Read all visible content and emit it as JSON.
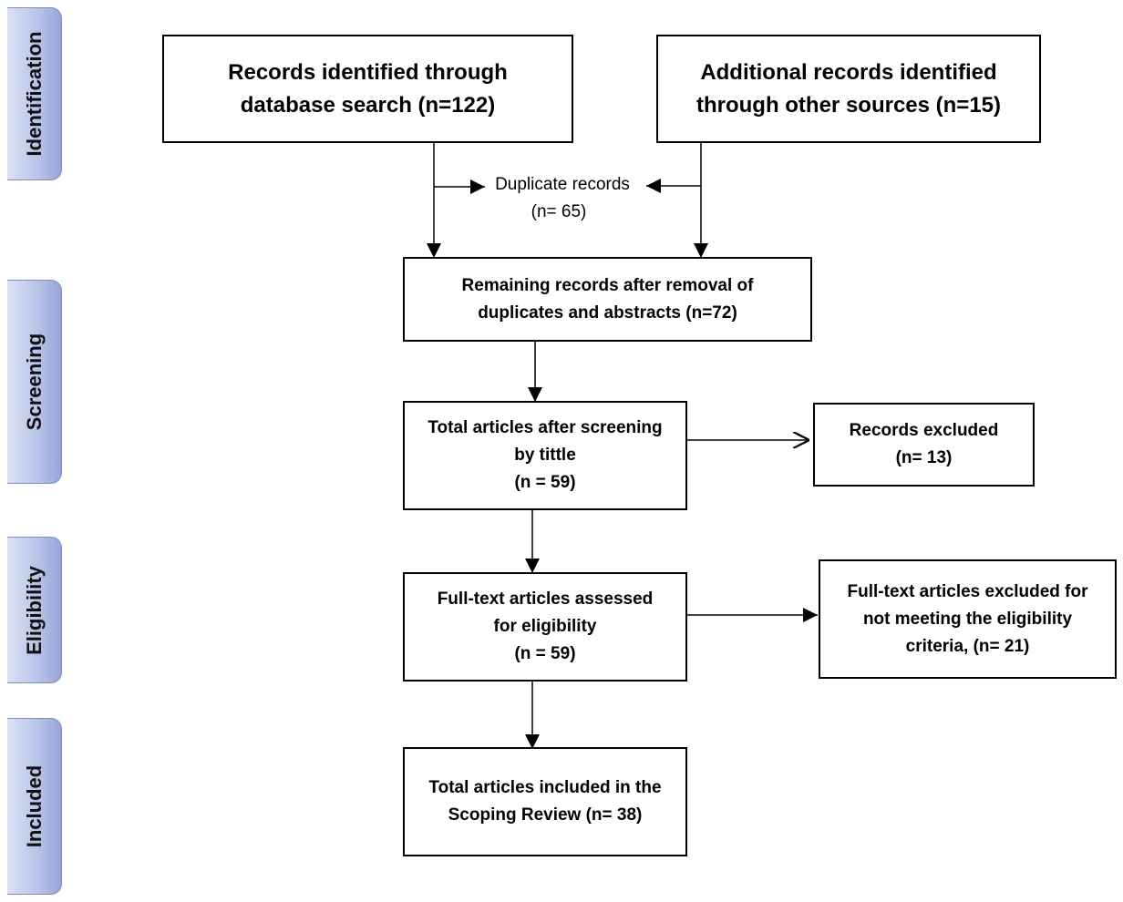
{
  "stages": [
    {
      "id": "identification",
      "label": "Identification"
    },
    {
      "id": "screening",
      "label": "Screening"
    },
    {
      "id": "eligibility",
      "label": "Eligibility"
    },
    {
      "id": "included",
      "label": "Included"
    }
  ],
  "nodes": {
    "database_search": {
      "lines": [
        "Records identified through",
        "database search (n=122)"
      ]
    },
    "other_sources": {
      "lines": [
        "Additional records identified",
        "through other sources (n=15)"
      ]
    },
    "duplicates": {
      "lines": [
        "Duplicate records",
        "(n= 65)"
      ]
    },
    "remaining": {
      "lines": [
        "Remaining records after removal of",
        "duplicates and abstracts (n=72)"
      ]
    },
    "screened": {
      "lines": [
        "Total articles after screening",
        "by tittle",
        "(n = 59)"
      ]
    },
    "records_excluded": {
      "lines": [
        "Records excluded",
        "(n= 13)"
      ]
    },
    "full_text": {
      "lines": [
        "Full-text articles assessed",
        "for eligibility",
        "(n = 59)"
      ]
    },
    "full_text_excluded": {
      "lines": [
        "Full-text articles excluded for",
        "not meeting the eligibility",
        "criteria, (n= 21)"
      ]
    },
    "included": {
      "lines": [
        "Total articles included in the",
        "Scoping Review (n= 38)"
      ]
    }
  }
}
